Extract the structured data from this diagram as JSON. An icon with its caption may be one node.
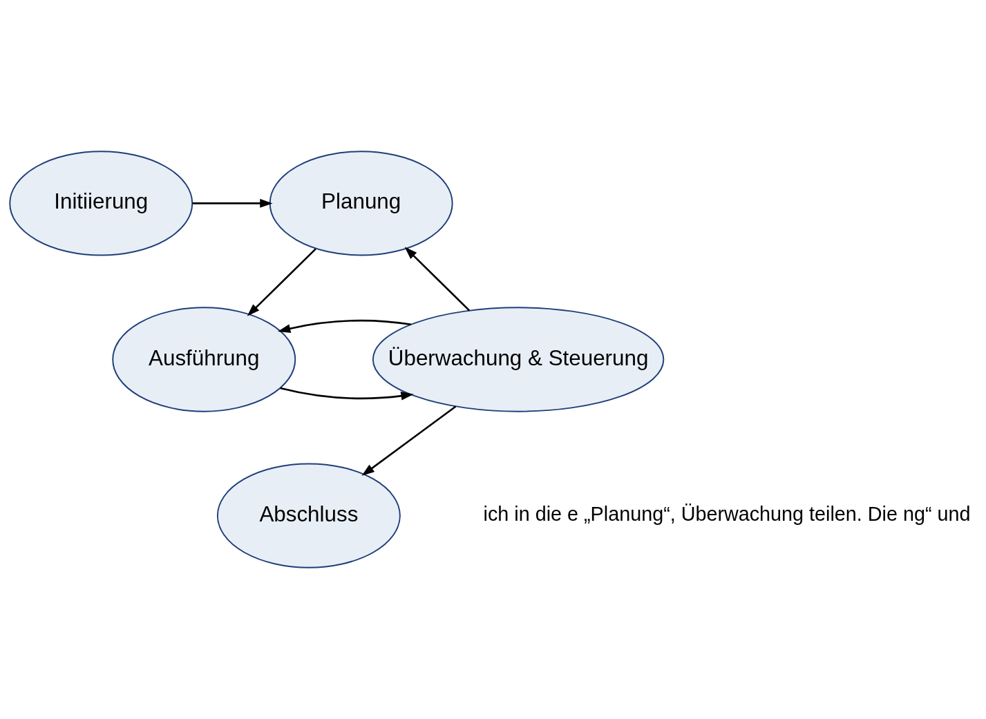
{
  "diagram": {
    "nodes": [
      {
        "text": [
          "Initiierung"
        ]
      },
      {
        "text": [
          "Planung"
        ]
      },
      {
        "text": [
          "Überwachung & Steuerung"
        ]
      },
      {
        "text": [
          "Ausführung"
        ]
      },
      {
        "text": [
          "Abschluss"
        ]
      }
    ],
    "edges": [
      {
        "from": 0,
        "to": 1,
        "arrow": "to"
      },
      {
        "from": 1,
        "to": 3,
        "arrow": "to"
      },
      {
        "from": 3,
        "to": 2,
        "arrow": "to"
      },
      {
        "from": 2,
        "to": 3,
        "arrow": "to"
      },
      {
        "from": 2,
        "to": 1,
        "arrow": "to"
      },
      {
        "from": 2,
        "to": 4,
        "arrow": "to"
      }
    ],
    "labels": [
      "ich in die e „Planung“, Überwachung teilen. Die ng“ und"
    ]
  }
}
